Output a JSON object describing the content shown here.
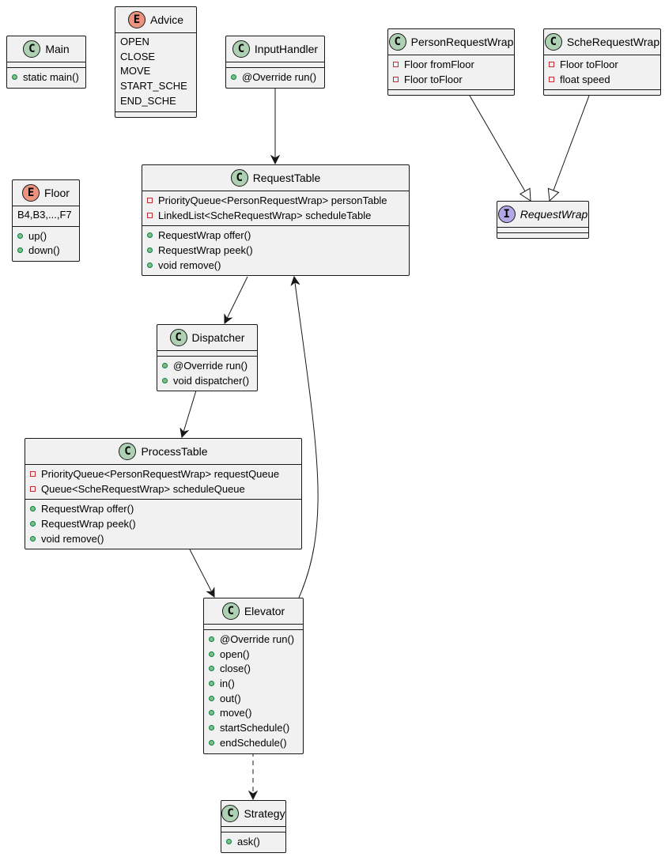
{
  "colors": {
    "class_icon": "#add1b2",
    "enum_icon": "#eb937f",
    "interface_icon": "#b4a7e5",
    "box_fill": "#f1f1f1",
    "border": "#181818",
    "public_marker": "#84be84",
    "private_marker": "#c82930"
  },
  "classes": {
    "main": {
      "icon": "C",
      "name": "Main",
      "methods": [
        "static main()"
      ]
    },
    "advice": {
      "icon": "E",
      "name": "Advice",
      "values": [
        "OPEN",
        "CLOSE",
        "MOVE",
        "START_SCHE",
        "END_SCHE"
      ]
    },
    "input_handler": {
      "icon": "C",
      "name": "InputHandler",
      "methods": [
        "@Override run()"
      ]
    },
    "person_request_wrap": {
      "icon": "C",
      "name": "PersonRequestWrap",
      "fields": [
        "Floor fromFloor",
        "Floor toFloor"
      ]
    },
    "sche_request_wrap": {
      "icon": "C",
      "name": "ScheRequestWrap",
      "fields": [
        "Floor toFloor",
        "float speed"
      ]
    },
    "floor": {
      "icon": "E",
      "name": "Floor",
      "values": [
        "B4,B3,...,F7"
      ],
      "methods": [
        "up()",
        "down()"
      ]
    },
    "request_table": {
      "icon": "C",
      "name": "RequestTable",
      "fields": [
        "PriorityQueue<PersonRequestWrap> personTable",
        "LinkedList<ScheRequestWrap> scheduleTable"
      ],
      "methods": [
        "RequestWrap offer()",
        "RequestWrap peek()",
        "void remove()"
      ]
    },
    "request_wrap": {
      "icon": "I",
      "name": "RequestWrap"
    },
    "dispatcher": {
      "icon": "C",
      "name": "Dispatcher",
      "methods": [
        "@Override run()",
        "void dispatcher()"
      ]
    },
    "process_table": {
      "icon": "C",
      "name": "ProcessTable",
      "fields": [
        "PriorityQueue<PersonRequestWrap> requestQueue",
        "Queue<ScheRequestWrap> scheduleQueue"
      ],
      "methods": [
        "RequestWrap offer()",
        "RequestWrap peek()",
        "void remove()"
      ]
    },
    "elevator": {
      "icon": "C",
      "name": "Elevator",
      "methods": [
        "@Override run()",
        "open()",
        "close()",
        "in()",
        "out()",
        "move()",
        "startSchedule()",
        "endSchedule()"
      ]
    },
    "strategy": {
      "icon": "C",
      "name": "Strategy",
      "methods": [
        "ask()"
      ]
    }
  }
}
